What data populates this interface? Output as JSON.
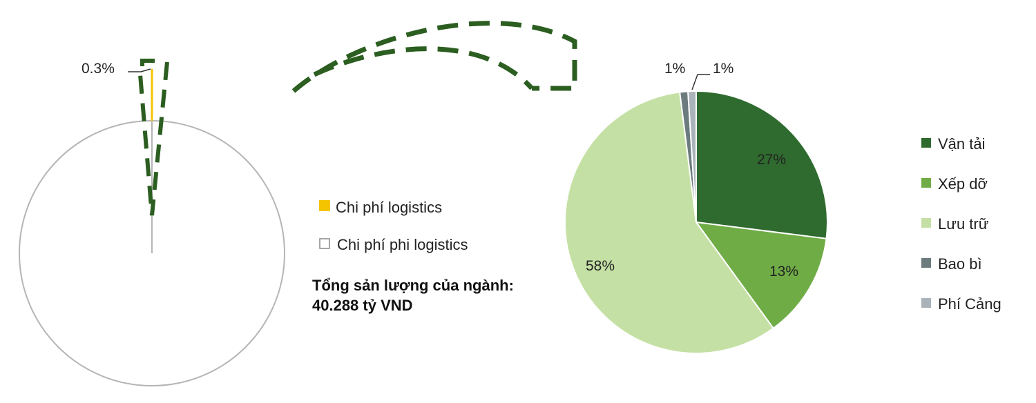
{
  "chart_data": [
    {
      "type": "pie",
      "title": "",
      "categories": [
        "Chi phí logistics",
        "Chi phí phi logistics"
      ],
      "values": [
        0.3,
        99.7
      ],
      "data_labels": [
        "0.3%"
      ],
      "colors": [
        "#f5c400",
        "#ffffff"
      ],
      "legend": [
        "Chi phí logistics",
        "Chi phí phi logistics"
      ],
      "legend_placement": "right",
      "annotation": [
        "Tổng sản lượng của ngành:",
        "40.288 tỷ VND"
      ]
    },
    {
      "type": "pie",
      "title": "",
      "categories": [
        "Vận tải",
        "Xếp dỡ",
        "Lưu trữ",
        "Bao bì",
        "Phí Cảng"
      ],
      "values": [
        27,
        13,
        58,
        1,
        1
      ],
      "data_labels": [
        "27%",
        "13%",
        "58%",
        "1%",
        "1%"
      ],
      "colors": [
        "#2f6b2f",
        "#6fac46",
        "#c5e0a4",
        "#6c7b7d",
        "#aab3ba"
      ],
      "legend_placement": "right"
    }
  ],
  "arrow_color": "#2b5e20"
}
